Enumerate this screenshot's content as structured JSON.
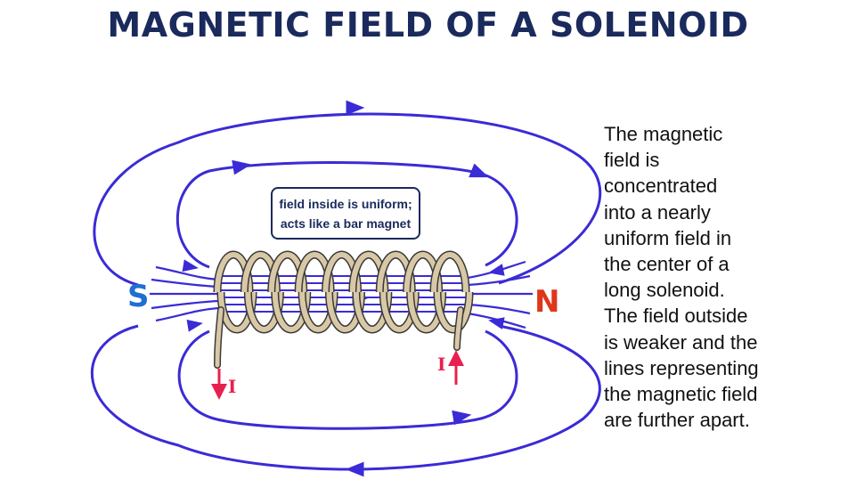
{
  "title": "MAGNETIC FIELD OF A SOLENOID",
  "diagram": {
    "callout_lines": [
      "field inside is uniform;",
      "acts like a bar magnet"
    ],
    "south_label": "S",
    "north_label": "N",
    "current_label_left": "I",
    "current_label_right": "I",
    "colors": {
      "field_lines": "#3a2bd6",
      "coil": "#d9c8a6",
      "coil_outline": "#3a3a3a",
      "south": "#1f6fd1",
      "north": "#e0361a",
      "current": "#e8204f",
      "title": "#1a2a5c"
    }
  },
  "explanation_lines": [
    "The magnetic",
    "field is",
    "concentrated",
    "into a nearly",
    "uniform field in",
    "the center of a",
    "long solenoid.",
    "The field outside",
    "is weaker and the",
    "lines representing",
    "the magnetic field",
    "are further apart."
  ]
}
